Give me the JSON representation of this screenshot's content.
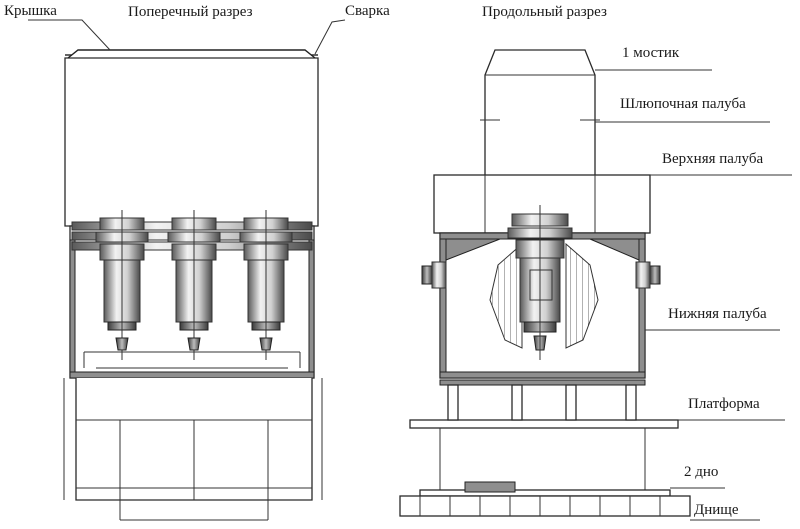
{
  "cross_section": {
    "title": "Поперечный разрез",
    "labels": {
      "lid": "Крышка",
      "weld": "Сварка"
    }
  },
  "longitudinal_section": {
    "title": "Продольный разрез",
    "decks": [
      "1 мостик",
      "Шлюпочная палуба",
      "Верхняя  палуба",
      "Нижняя палуба",
      "Платформа",
      "2 дно",
      "Днище"
    ]
  },
  "colors": {
    "line": "#222222",
    "steel_light": "#e6e6e6",
    "steel_dark": "#6e6e6e"
  }
}
